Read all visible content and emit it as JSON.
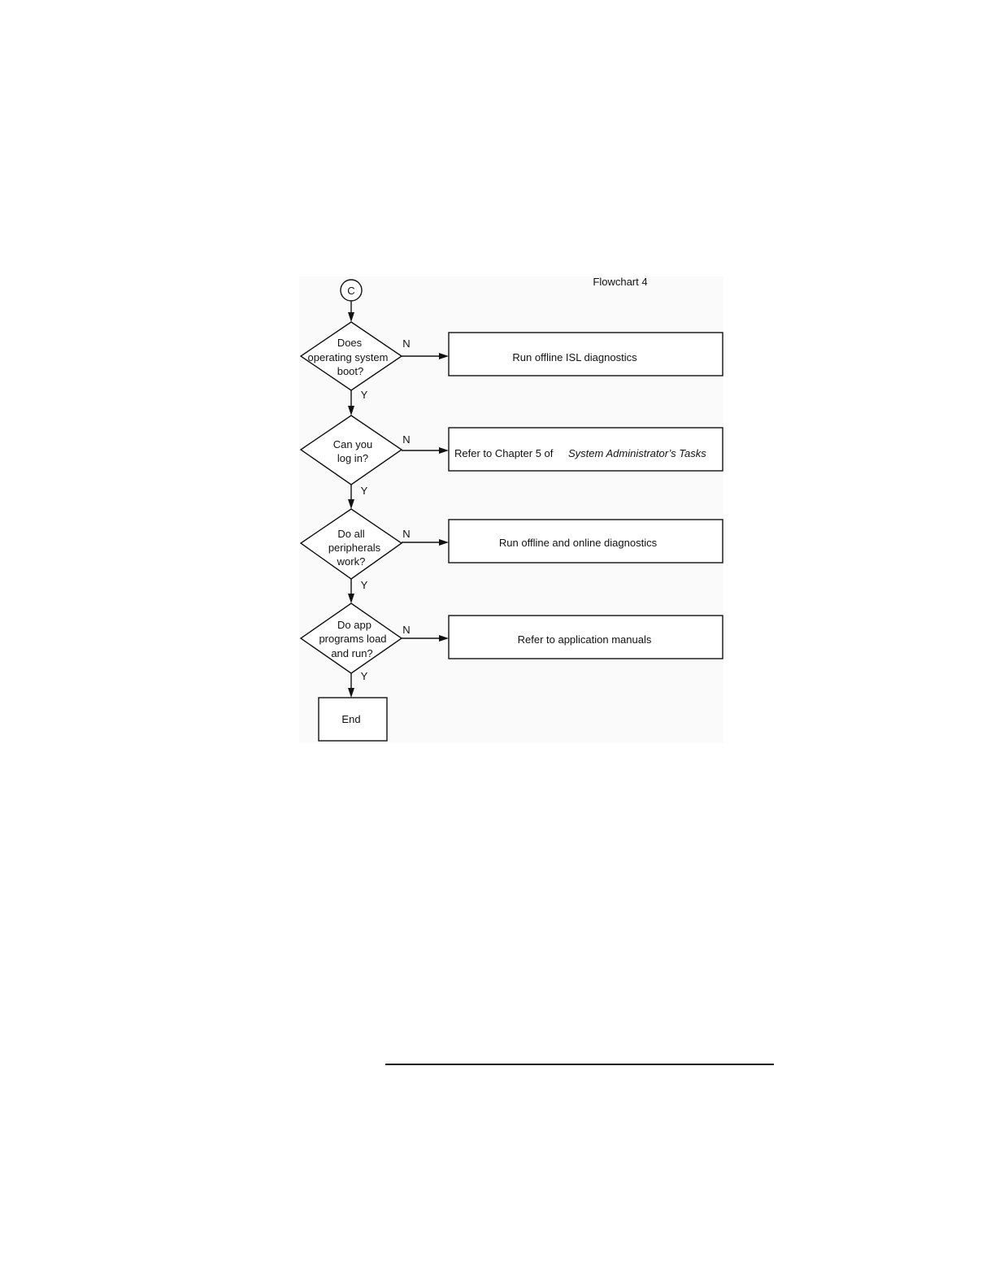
{
  "diagram": {
    "title": "Flowchart 4",
    "start_connector": "C",
    "yes_label": "Y",
    "no_label": "N",
    "decisions": [
      {
        "id": "os-boot",
        "lines": [
          "Does",
          "operating system",
          "boot?"
        ],
        "no_action": {
          "text": "Run offline ISL diagnostics"
        }
      },
      {
        "id": "log-in",
        "lines": [
          "Can you",
          "log in?"
        ],
        "no_action": {
          "text": "Refer to Chapter 5 of",
          "italic_text": "System Administrator’s Tasks"
        }
      },
      {
        "id": "peripherals",
        "lines": [
          "Do all",
          "peripherals",
          "work?"
        ],
        "no_action": {
          "text": "Run offline and online diagnostics"
        }
      },
      {
        "id": "app-programs",
        "lines": [
          "Do app",
          "programs load",
          "and run?"
        ],
        "no_action": {
          "text": "Refer to application manuals"
        }
      }
    ],
    "end": "End"
  }
}
